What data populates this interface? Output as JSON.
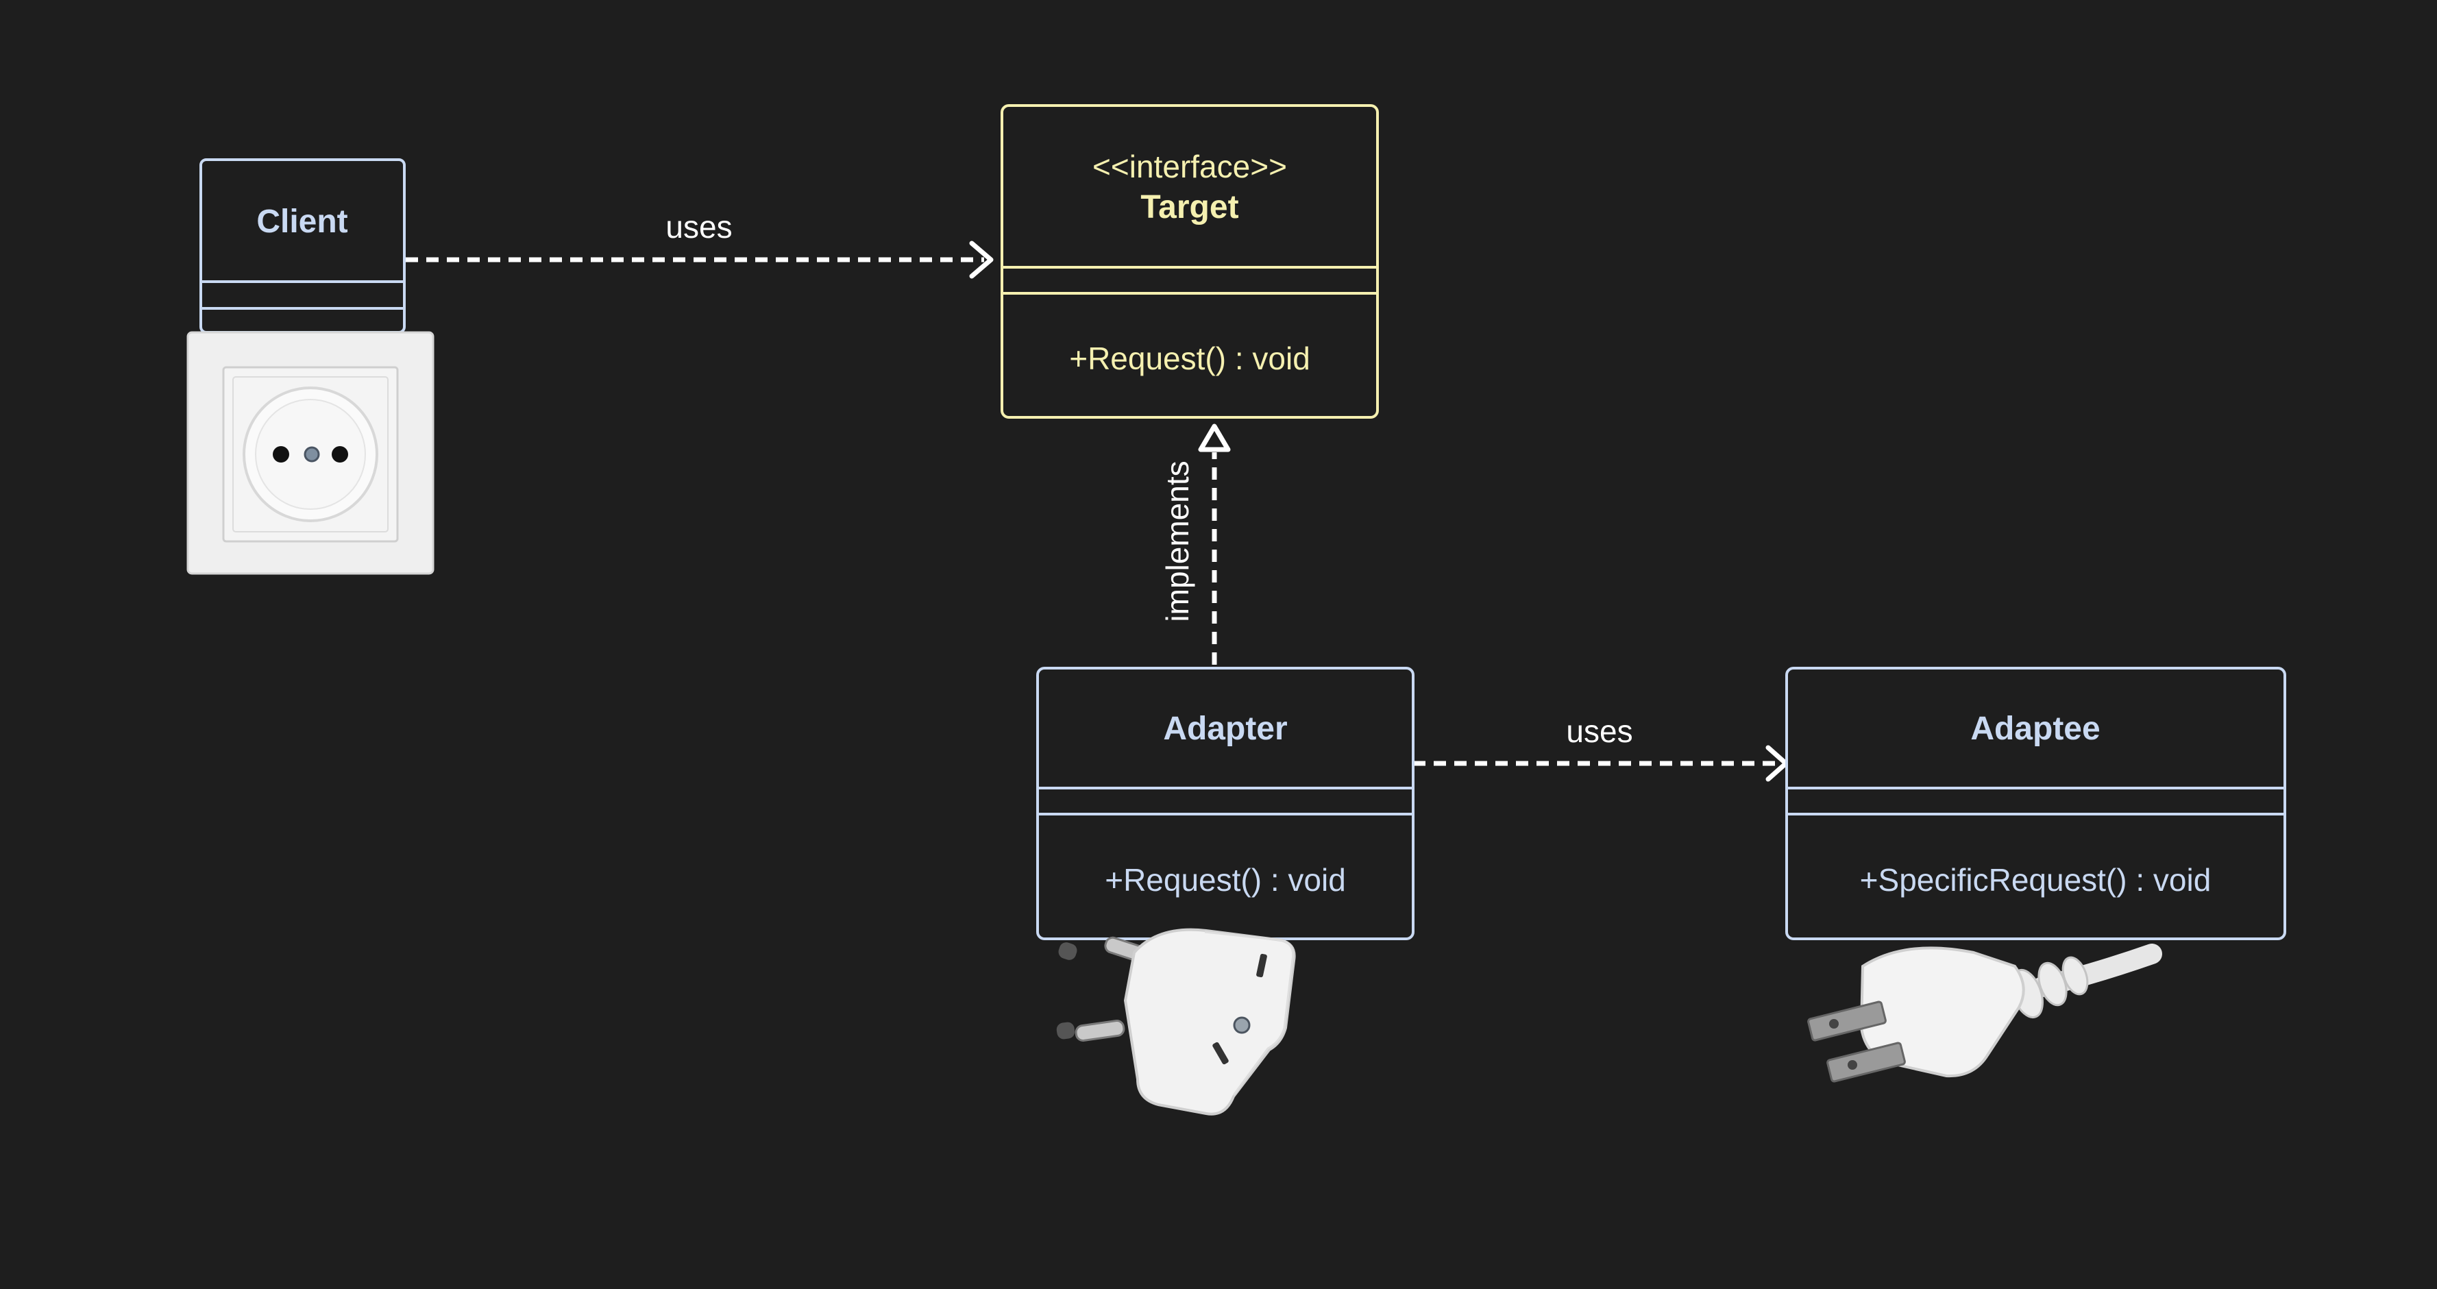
{
  "colors": {
    "background": "#1e1e1e",
    "class_border": "#c9d9f2",
    "class_text": "#c9d9f2",
    "interface_border": "#f5f0b0",
    "interface_text": "#f5f0b0",
    "edge": "#ffffff"
  },
  "classes": {
    "client": {
      "name": "Client"
    },
    "target": {
      "stereotype": "<<interface>>",
      "name": "Target",
      "method": "+Request() : void"
    },
    "adapter": {
      "name": "Adapter",
      "method": "+Request() : void"
    },
    "adaptee": {
      "name": "Adaptee",
      "method": "+SpecificRequest() : void"
    }
  },
  "edges": {
    "client_target": {
      "label": "uses",
      "style": "dashed",
      "head": "open-arrow"
    },
    "adapter_target": {
      "label": "implements",
      "style": "dashed",
      "head": "hollow-triangle"
    },
    "adapter_adaptee": {
      "label": "uses",
      "style": "dashed",
      "head": "open-arrow"
    }
  },
  "illustrations": {
    "client": "wall-socket-icon",
    "adapter": "plug-adapter-icon",
    "adaptee": "us-plug-icon"
  }
}
